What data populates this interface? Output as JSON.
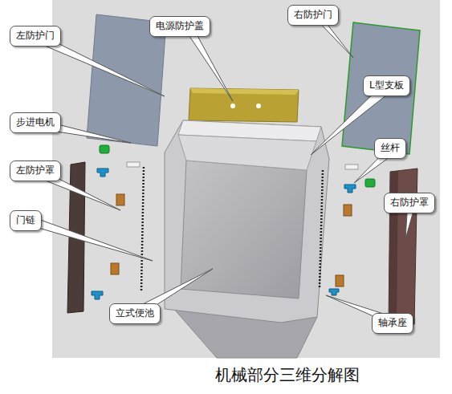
{
  "diagram": {
    "caption": "机械部分三维分解图",
    "labels": [
      "左防护门",
      "电源防护盖",
      "右防护门",
      "L型支板",
      "步进电机",
      "丝杆",
      "左防护罩",
      "右防护罩",
      "门链",
      "立式便池",
      "轴承座"
    ]
  }
}
